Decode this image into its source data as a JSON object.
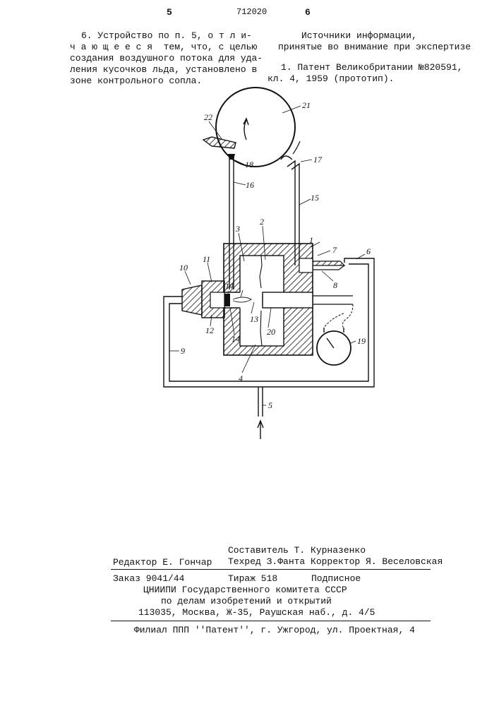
{
  "header": {
    "page_left": "5",
    "patent_number": "712020",
    "page_right": "6"
  },
  "claim": {
    "lines": [
      "6. Устройство по п. 5, о т л и-",
      "ч а ю щ е е с я  тем, что, с целью",
      "создания воздушного потока для уда-",
      "ления кусочков льда, установлено в",
      "зоне контрольного сопла."
    ]
  },
  "sources": {
    "heading_lines": [
      "Источники информации,",
      "принятые во внимание при экспертизе"
    ],
    "item_lines": [
      "1. Патент Великобритании №820591,",
      "кл. 4, 1959 (прототип)."
    ]
  },
  "figure": {
    "labels": [
      "1",
      "2",
      "3",
      "4",
      "5",
      "6",
      "7",
      "8",
      "9",
      "10",
      "11",
      "12",
      "13",
      "14",
      "14",
      "15",
      "16",
      "17",
      "18",
      "19",
      "20",
      "21",
      "22"
    ]
  },
  "footer": {
    "compiler": "Составитель Т. Курназенко",
    "editor": "Редактор Е. Гончар",
    "techred_corrector": "Техред З.Фанта Корректор Я. Веселовская",
    "order": "Заказ 9041/44",
    "circulation": "Тираж 518",
    "subscription": "Подписное",
    "org_line1": "ЦНИИПИ Государственного комитета СССР",
    "org_line2": "по делам изобретений и открытий",
    "address": "113035, Москва, Ж-35, Раушская наб., д. 4/5",
    "branch": "Филиал ППП ''Патент'', г. Ужгород, ул. Проектная, 4"
  }
}
